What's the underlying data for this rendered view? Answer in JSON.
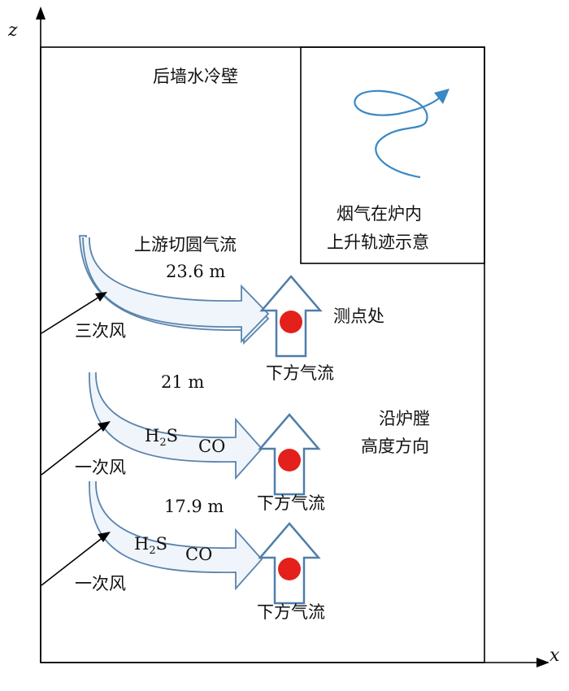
{
  "axes": {
    "z_label": "z",
    "x_label": "x"
  },
  "back_wall_label": "后墙水冷壁",
  "inset": {
    "line1": "烟气在炉内",
    "line2": "上升轨迹示意"
  },
  "upper_stream": {
    "label": "上游切圆气流",
    "height": "23.6 m",
    "wind": "三次风",
    "flow": "下方气流"
  },
  "measure_label": "测点处",
  "middle_stream": {
    "height": "21 m",
    "wind": "一次风",
    "gas1_main": "H",
    "gas1_sub": "2",
    "gas1_tail": "S",
    "gas2": "CO",
    "flow": "下方气流"
  },
  "furnace_dir": {
    "line1": "沿炉膛",
    "line2": "高度方向"
  },
  "lower_stream": {
    "height": "17.9 m",
    "wind": "一次风",
    "gas1_main": "H",
    "gas1_sub": "2",
    "gas1_tail": "S",
    "gas2": "CO",
    "flow": "下方气流"
  },
  "colors": {
    "arrow_blue": "#4f7eaa",
    "arrow_light": "#d7e5f3",
    "dot_red": "#e3201b",
    "trajectory": "#3a88c4"
  }
}
